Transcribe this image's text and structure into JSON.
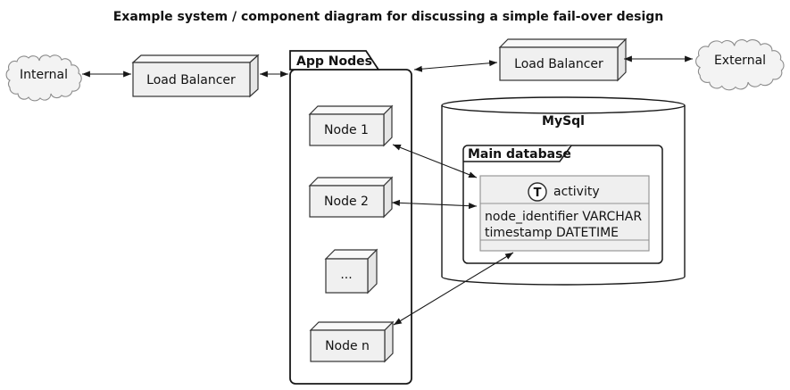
{
  "title": "Example system / component diagram for discussing a simple fail-over design",
  "clouds": {
    "internal": {
      "label": "Internal"
    },
    "external": {
      "label": "External"
    }
  },
  "load_balancers": {
    "left": {
      "label": "Load Balancer"
    },
    "right": {
      "label": "Load Balancer"
    }
  },
  "app_nodes": {
    "label": "App Nodes",
    "nodes": [
      {
        "label": "Node 1"
      },
      {
        "label": "Node 2"
      },
      {
        "label": "..."
      },
      {
        "label": "Node n"
      }
    ]
  },
  "database": {
    "label": "MySql",
    "frame": {
      "label": "Main database"
    },
    "table": {
      "icon_letter": "T",
      "icon_name": "table-entity-icon",
      "name": "activity",
      "fields": [
        "node_identifier VARCHAR",
        "timestamp DATETIME"
      ]
    }
  },
  "edges": [
    {
      "from": "internal-cloud",
      "to": "load-balancer-left",
      "type": "bidirectional"
    },
    {
      "from": "load-balancer-left",
      "to": "app-nodes-folder",
      "type": "bidirectional"
    },
    {
      "from": "app-nodes-folder",
      "to": "load-balancer-right",
      "type": "bidirectional"
    },
    {
      "from": "load-balancer-right",
      "to": "external-cloud",
      "type": "bidirectional"
    },
    {
      "from": "node-1",
      "to": "activity-table",
      "type": "bidirectional"
    },
    {
      "from": "node-2",
      "to": "activity-table",
      "type": "bidirectional"
    },
    {
      "from": "node-n",
      "to": "activity-table",
      "type": "bidirectional"
    }
  ],
  "colors": {
    "background": "#ffffff",
    "shape_fill": "#f0f0f0",
    "cloud_fill": "#f3f3f3",
    "table_fill": "#efefef",
    "border_dark": "#181818",
    "border_gray": "#909090",
    "text": "#121212"
  }
}
